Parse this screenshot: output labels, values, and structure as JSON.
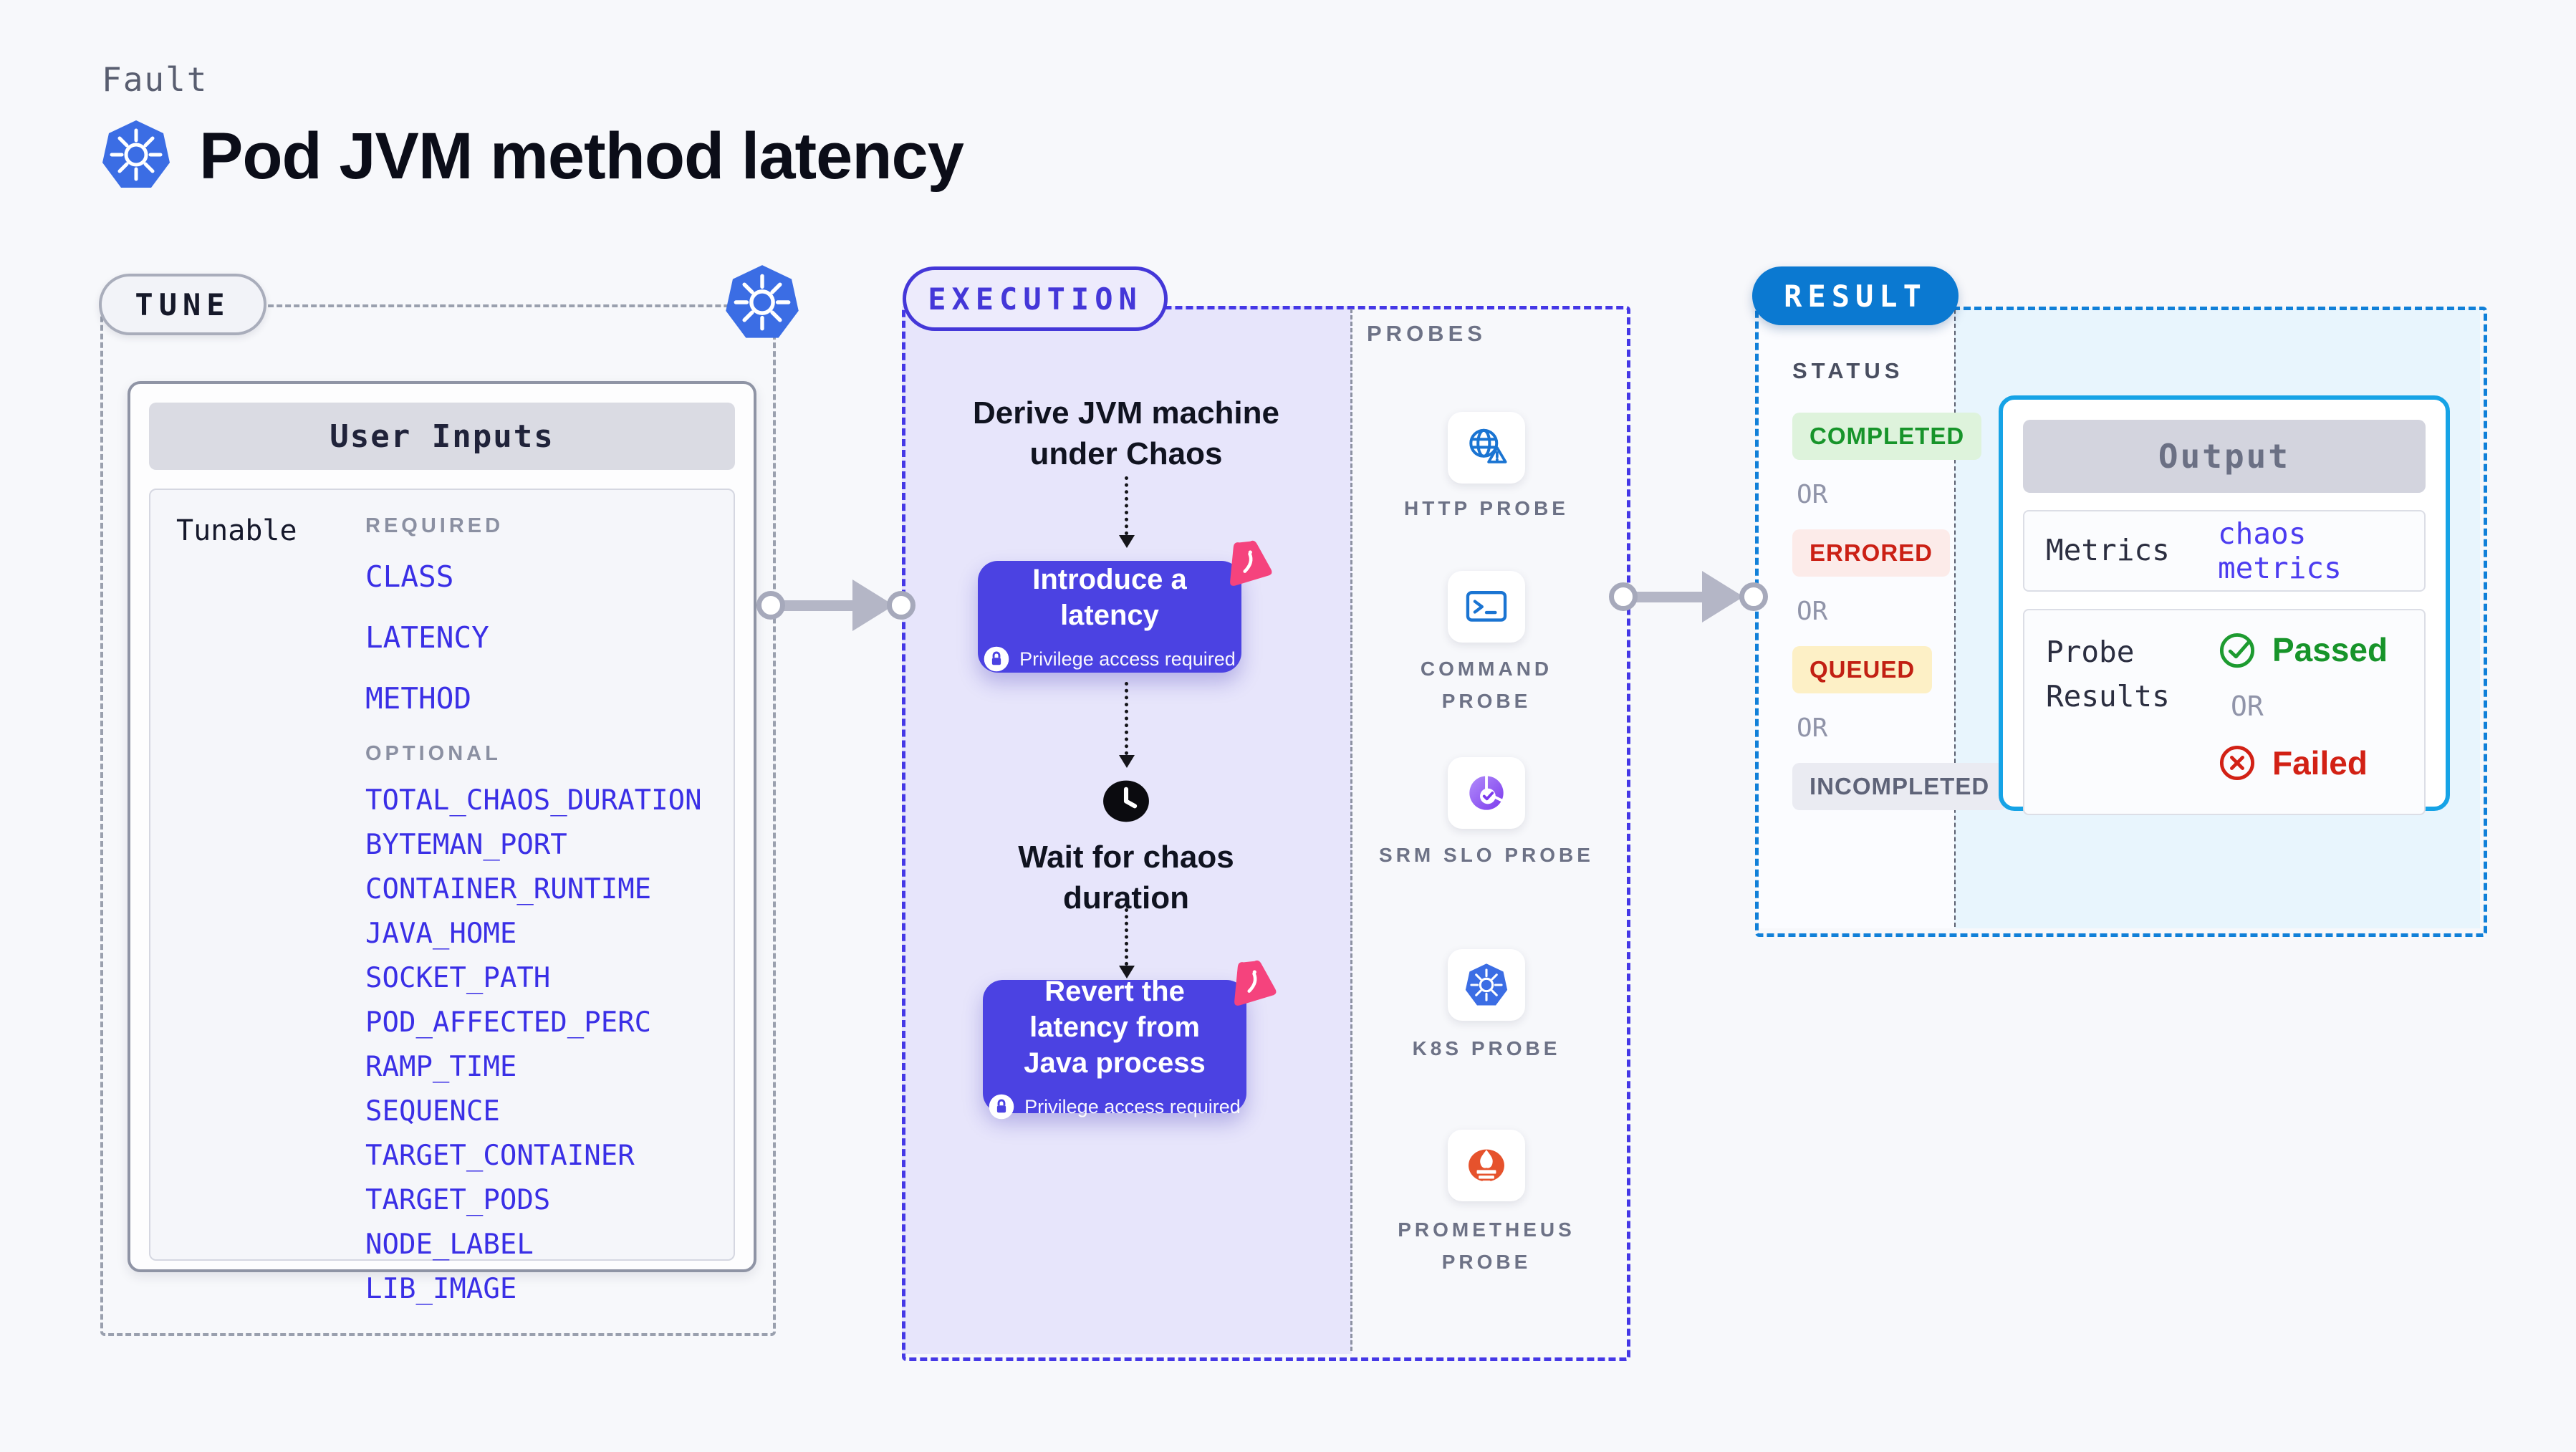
{
  "header": {
    "eyebrow": "Fault",
    "title": "Pod JVM method latency"
  },
  "tune": {
    "pill_label": "TUNE",
    "card_title": "User Inputs",
    "row_label": "Tunable",
    "required_label": "REQUIRED",
    "required_items": [
      "CLASS",
      "LATENCY",
      "METHOD"
    ],
    "optional_label": "OPTIONAL",
    "optional_items": [
      "TOTAL_CHAOS_DURATION",
      "BYTEMAN_PORT",
      "CONTAINER_RUNTIME",
      "JAVA_HOME",
      "SOCKET_PATH",
      "POD_AFFECTED_PERC",
      "RAMP_TIME",
      "SEQUENCE",
      "TARGET_CONTAINER",
      "TARGET_PODS",
      "NODE_LABEL",
      "LIB_IMAGE"
    ]
  },
  "execution": {
    "pill_label": "EXECUTION",
    "step_derive": "Derive JVM machine under Chaos",
    "step_introduce": "Introduce a latency",
    "privilege_note": "Privilege access required",
    "step_wait": "Wait for chaos duration",
    "step_revert": "Revert the latency from Java process"
  },
  "probes": {
    "label": "PROBES",
    "items": [
      {
        "label": "HTTP PROBE"
      },
      {
        "label": "COMMAND PROBE"
      },
      {
        "label": "SRM SLO PROBE"
      },
      {
        "label": "K8S PROBE"
      },
      {
        "label": "PROMETHEUS PROBE"
      }
    ]
  },
  "result": {
    "pill_label": "RESULT",
    "status_label": "STATUS",
    "or_label": "OR",
    "statuses": [
      {
        "label": "COMPLETED",
        "text_color": "#17942a",
        "bg_color": "#def3dc"
      },
      {
        "label": "ERRORED",
        "text_color": "#cb2015",
        "bg_color": "#fcebe9"
      },
      {
        "label": "QUEUED",
        "text_color": "#c22013",
        "bg_color": "#fdf0c6"
      },
      {
        "label": "INCOMPLETED",
        "text_color": "#5e6378",
        "bg_color": "#eaebf2"
      }
    ],
    "output": {
      "title": "Output",
      "metrics_label": "Metrics",
      "metrics_value": "chaos metrics",
      "probe_results_label": "Probe Results",
      "passed_label": "Passed",
      "or_label": "OR",
      "failed_label": "Failed"
    }
  },
  "colors": {
    "page_bg": "#f7f8fb",
    "accent_indigo": "#4b42e2",
    "execution_dash": "#4538e6",
    "lavender_bg": "#e7e5fb",
    "result_blue": "#0b79d1",
    "result_dash": "#1180d8",
    "lightblue_bg": "#e8f5fd",
    "output_border": "#16a3e6",
    "tunable_link_blue": "#3a2fe6",
    "passed_green": "#17942a",
    "failed_red": "#d22115",
    "litmus_pink": "#f5437d",
    "prometheus_orange": "#e6522c",
    "kubernetes_blue": "#3b6de4",
    "arrow_gray": "#b4b6c6"
  }
}
